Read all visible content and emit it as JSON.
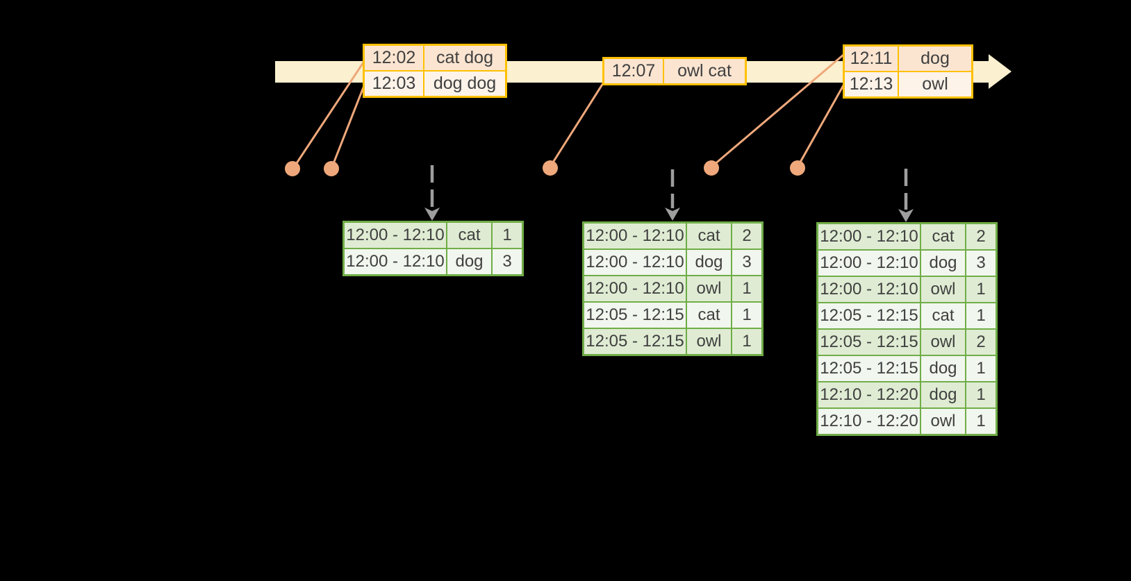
{
  "colors": {
    "bg": "#000000",
    "band": "#FBF0CF",
    "gold": "#FFC000",
    "peach-dark": "#FBE5D1",
    "peach-light": "#FDF3E9",
    "connector": "#EFA87B",
    "arrow-gray": "#9E9E9E",
    "green": "#70AD47",
    "green-dark": "#DFECD3",
    "green-light": "#F1F6EE",
    "ink": "#404040"
  },
  "event_tables": [
    {
      "rows": [
        {
          "time": "12:02",
          "words": "cat dog"
        },
        {
          "time": "12:03",
          "words": "dog dog"
        }
      ]
    },
    {
      "rows": [
        {
          "time": "12:07",
          "words": "owl cat"
        }
      ]
    },
    {
      "rows": [
        {
          "time": "12:11",
          "words": "dog"
        },
        {
          "time": "12:13",
          "words": "owl"
        }
      ]
    }
  ],
  "result_tables": [
    {
      "rows": [
        {
          "window": "12:00 - 12:10",
          "word": "cat",
          "count": "1"
        },
        {
          "window": "12:00 - 12:10",
          "word": "dog",
          "count": "3"
        }
      ]
    },
    {
      "rows": [
        {
          "window": "12:00 - 12:10",
          "word": "cat",
          "count": "2"
        },
        {
          "window": "12:00 - 12:10",
          "word": "dog",
          "count": "3"
        },
        {
          "window": "12:00 - 12:10",
          "word": "owl",
          "count": "1"
        },
        {
          "window": "12:05 - 12:15",
          "word": "cat",
          "count": "1"
        },
        {
          "window": "12:05 - 12:15",
          "word": "owl",
          "count": "1"
        }
      ]
    },
    {
      "rows": [
        {
          "window": "12:00 - 12:10",
          "word": "cat",
          "count": "2"
        },
        {
          "window": "12:00 - 12:10",
          "word": "dog",
          "count": "3"
        },
        {
          "window": "12:00 - 12:10",
          "word": "owl",
          "count": "1"
        },
        {
          "window": "12:05 - 12:15",
          "word": "cat",
          "count": "1"
        },
        {
          "window": "12:05 - 12:15",
          "word": "owl",
          "count": "2"
        },
        {
          "window": "12:05 - 12:15",
          "word": "dog",
          "count": "1"
        },
        {
          "window": "12:10 - 12:20",
          "word": "dog",
          "count": "1"
        },
        {
          "window": "12:10 - 12:20",
          "word": "owl",
          "count": "1"
        }
      ]
    }
  ]
}
